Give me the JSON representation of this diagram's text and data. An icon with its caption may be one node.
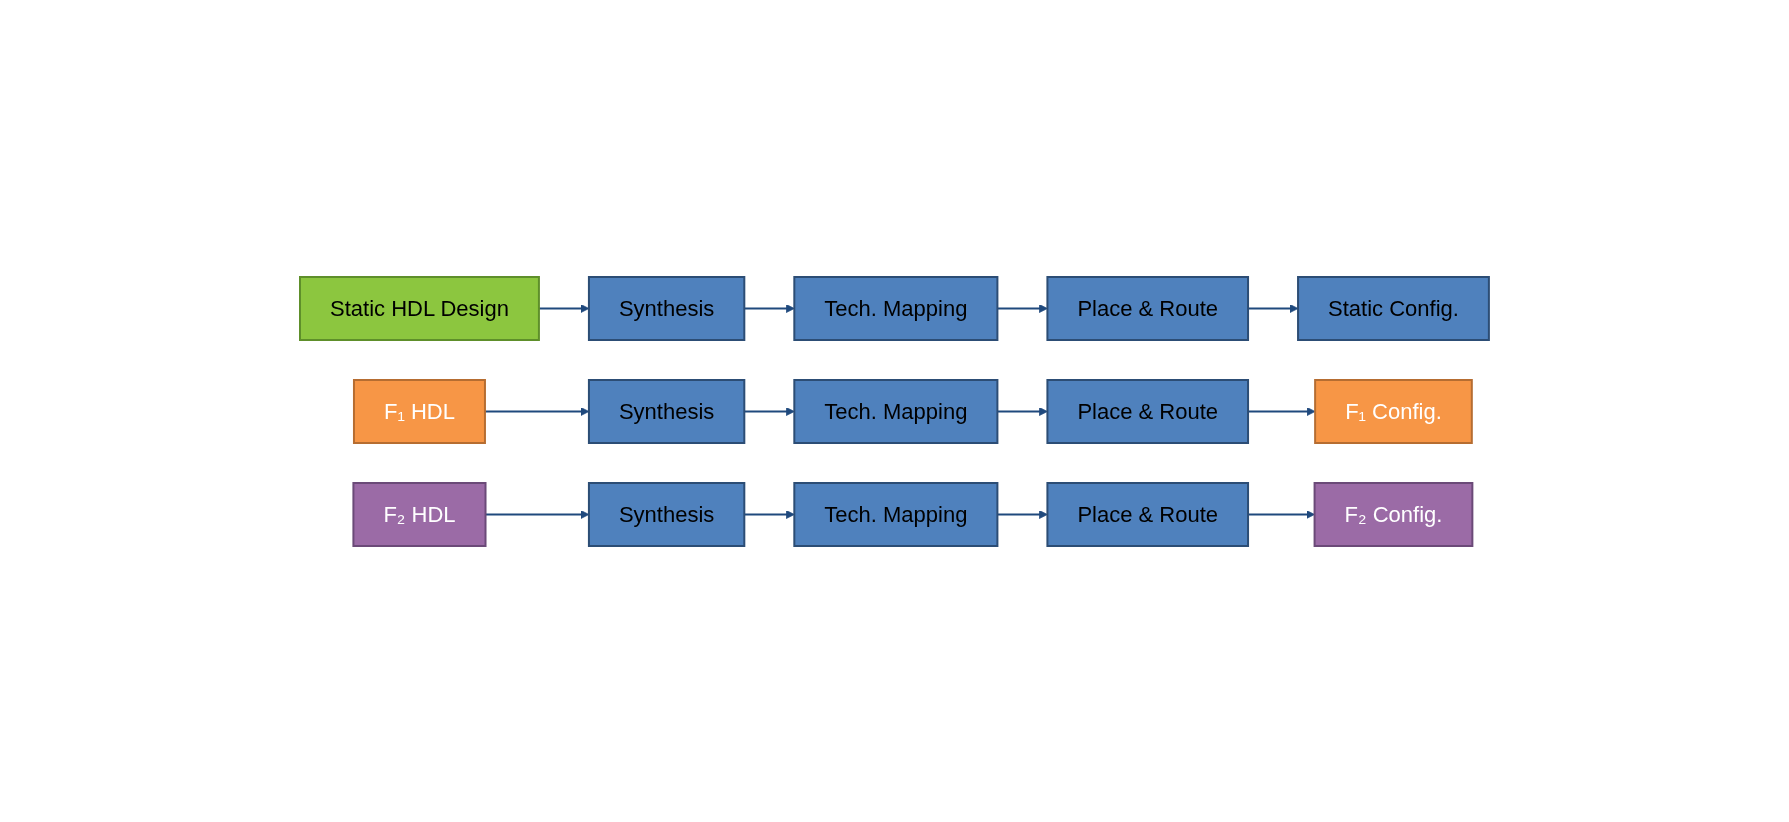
{
  "diagram": {
    "nodes": [
      {
        "text": [
          "Static HDL Design"
        ]
      },
      {
        "text": [
          "Synthesis"
        ]
      },
      {
        "text": [
          "Tech. Mapping"
        ]
      },
      {
        "text": [
          "Place & Route"
        ]
      },
      {
        "text": [
          "Static Config."
        ]
      },
      {
        "text": [
          "F₁ HDL"
        ]
      },
      {
        "text": [
          "Synthesis"
        ]
      },
      {
        "text": [
          "Tech. Mapping"
        ]
      },
      {
        "text": [
          "Place & Route"
        ]
      },
      {
        "text": [
          "F₁ Config."
        ]
      },
      {
        "text": [
          "F₂ HDL"
        ]
      },
      {
        "text": [
          "Synthesis"
        ]
      },
      {
        "text": [
          "Tech. Mapping"
        ]
      },
      {
        "text": [
          "Place & Route"
        ]
      },
      {
        "text": [
          "F₂ Config."
        ]
      }
    ],
    "edges": [
      {
        "from": 0,
        "to": 1,
        "arrow": "to"
      },
      {
        "from": 1,
        "to": 2,
        "arrow": "to"
      },
      {
        "from": 2,
        "to": 3,
        "arrow": "to"
      },
      {
        "from": 3,
        "to": 4,
        "arrow": "to"
      },
      {
        "from": 5,
        "to": 6,
        "arrow": "to"
      },
      {
        "from": 6,
        "to": 7,
        "arrow": "to"
      },
      {
        "from": 7,
        "to": 8,
        "arrow": "to"
      },
      {
        "from": 8,
        "to": 9,
        "arrow": "to"
      },
      {
        "from": 10,
        "to": 11,
        "arrow": "to"
      },
      {
        "from": 11,
        "to": 12,
        "arrow": "to"
      },
      {
        "from": 12,
        "to": 13,
        "arrow": "to"
      },
      {
        "from": 13,
        "to": 14,
        "arrow": "to"
      }
    ]
  }
}
